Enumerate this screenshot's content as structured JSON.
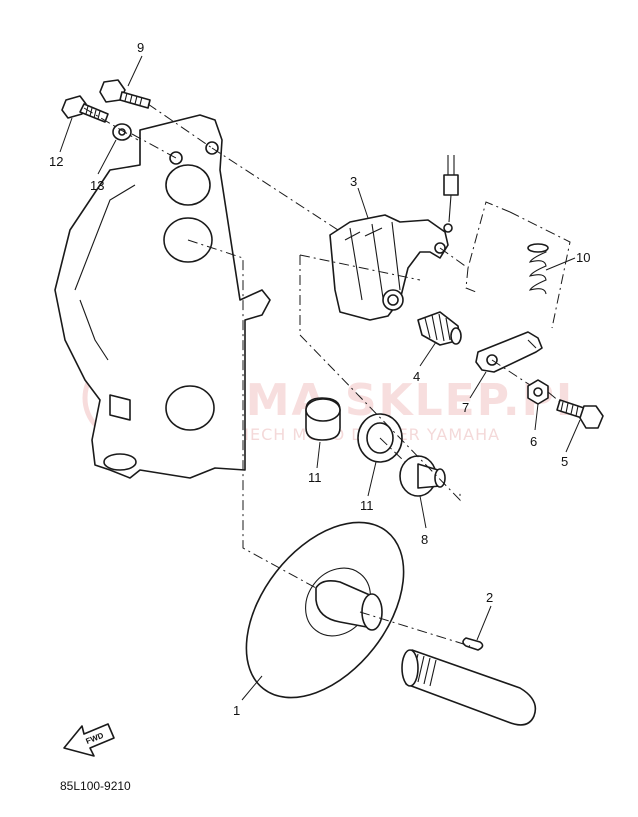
{
  "watermark": {
    "brand": "YAMA SKLEP.PL",
    "dealer": "WOJCIECH MOTO DEALER YAMAHA"
  },
  "fwd_label": "FWD",
  "diagram_code": "85L100-9210",
  "callouts": {
    "p1": "1",
    "p2": "2",
    "p3": "3",
    "p4": "4",
    "p5": "5",
    "p6": "6",
    "p7": "7",
    "p8": "8",
    "p9": "9",
    "p10": "10",
    "p11a": "11",
    "p11b": "11",
    "p12": "12",
    "p13": "13"
  }
}
